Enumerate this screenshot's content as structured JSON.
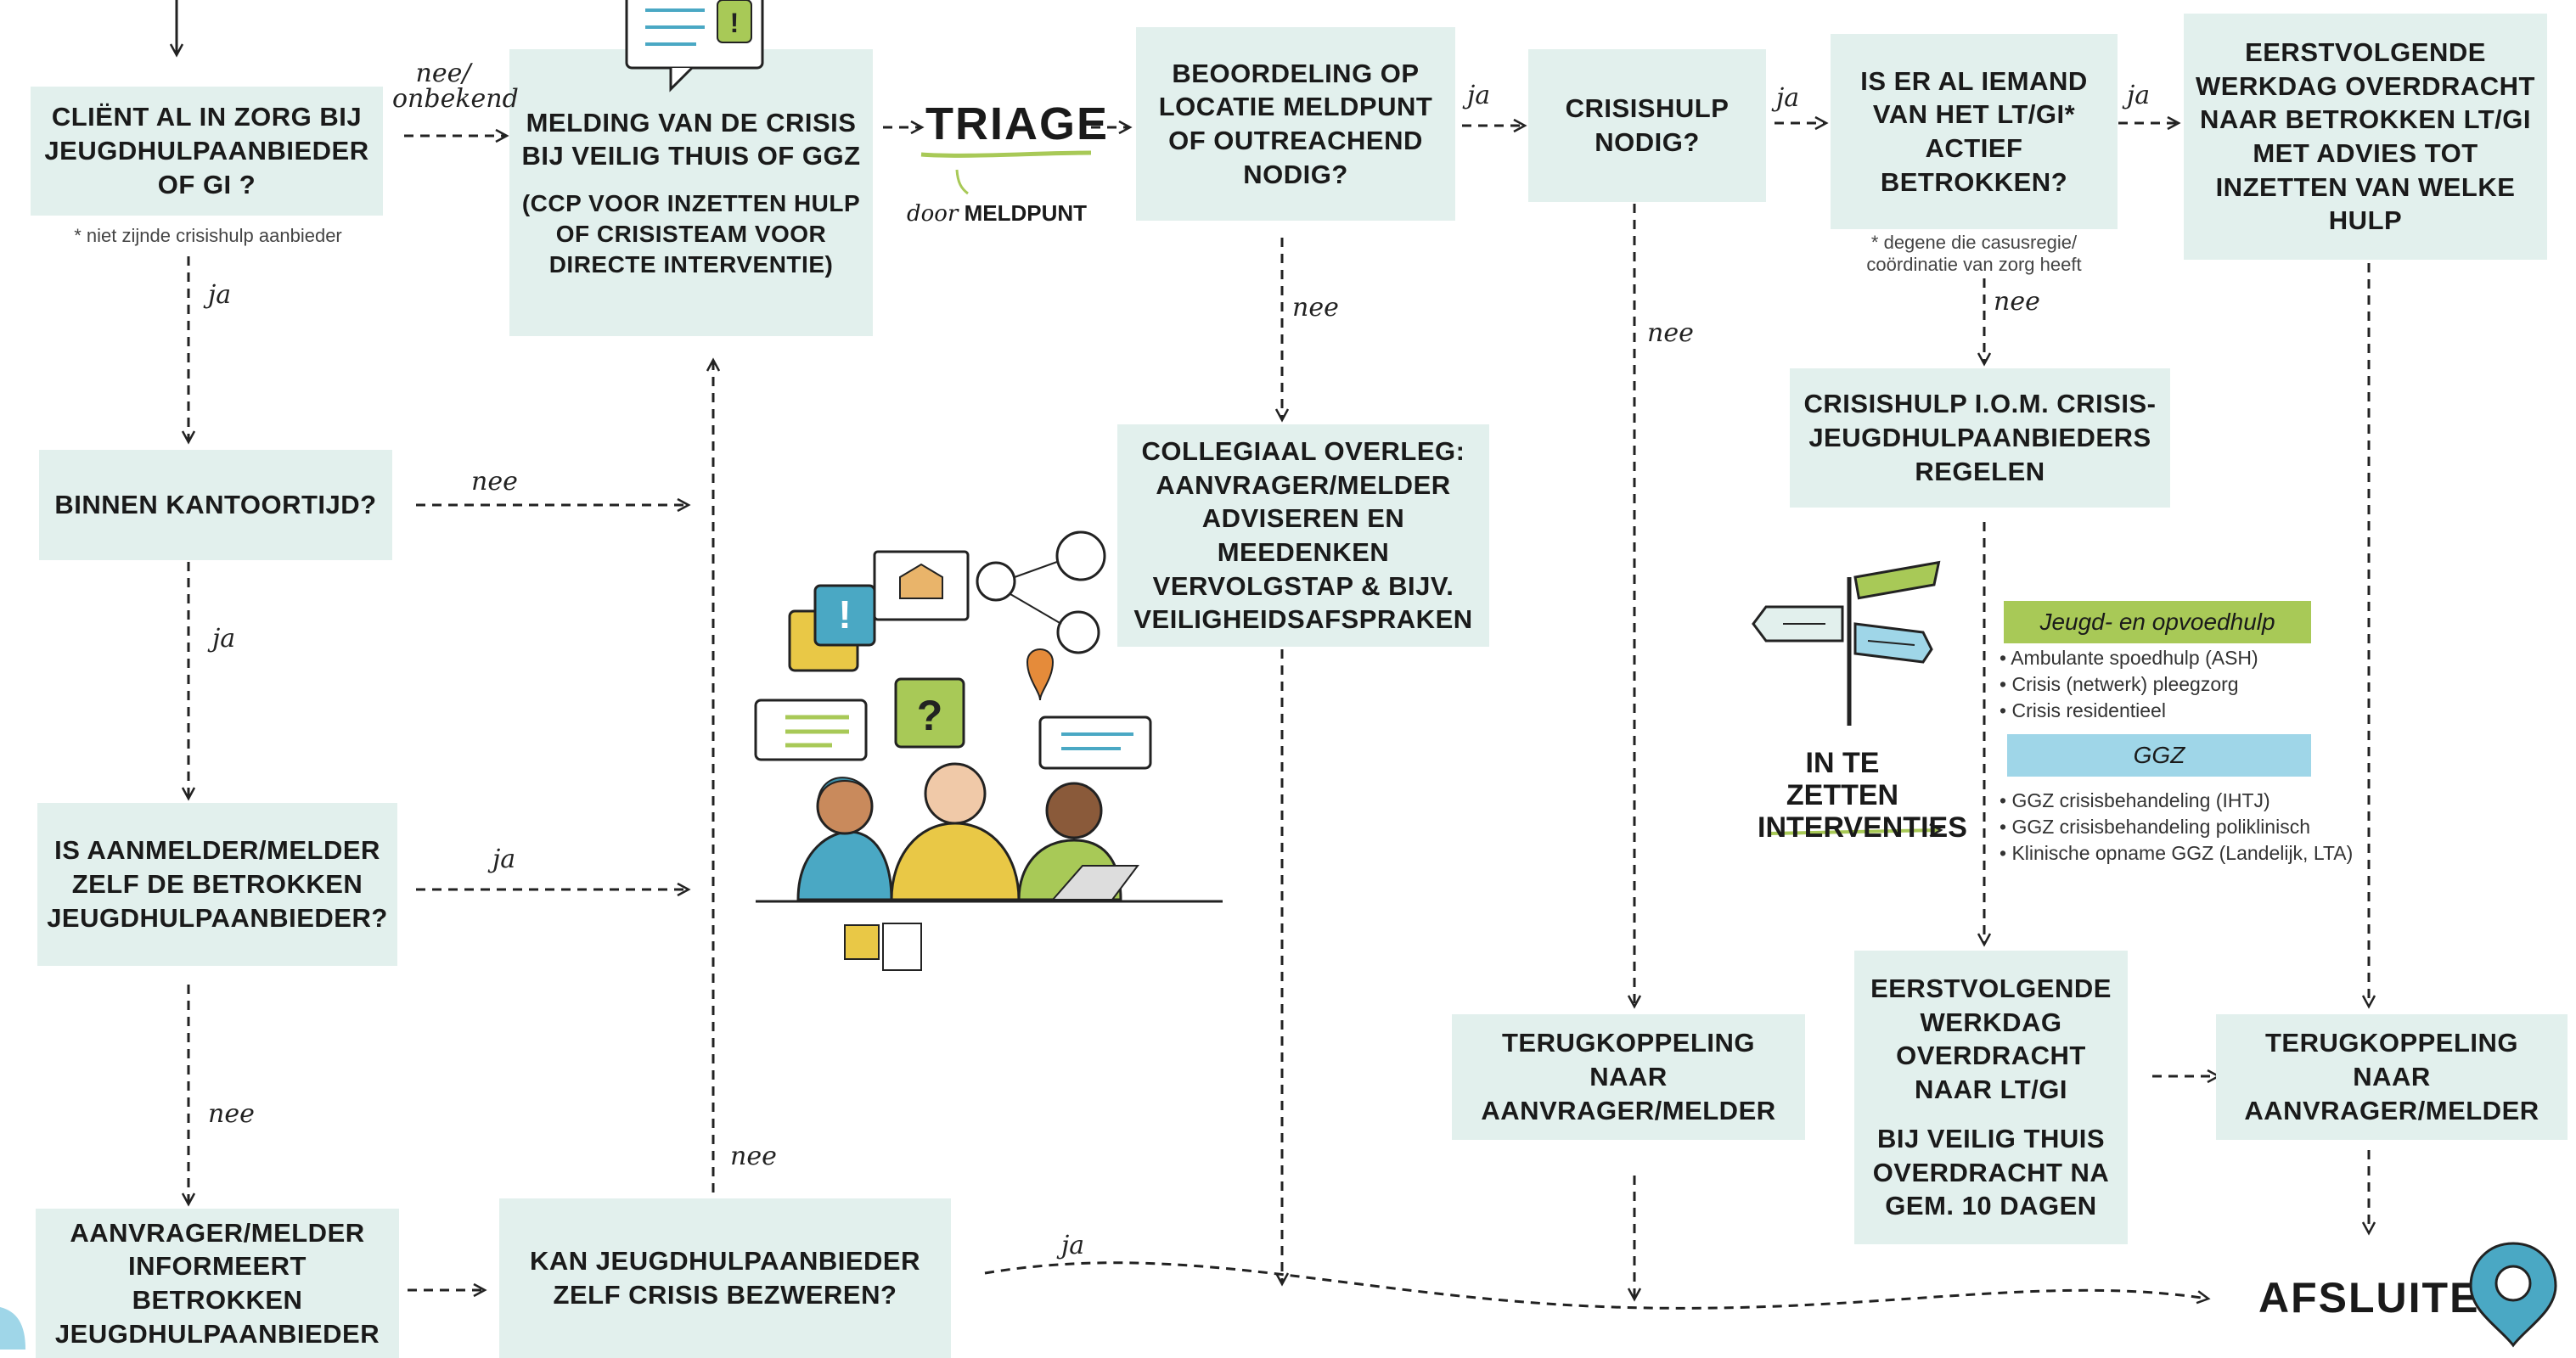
{
  "boxes": {
    "client_in_zorg": "Cliënt al in zorg bij jeugdhulpaanbieder of GI ?",
    "melding": "Melding van de crisis bij Veilig Thuis of GGZ",
    "melding_sub": "(CCP voor inzetten hulp of crisisteam voor directe interventie)",
    "beoordeling": "Beoordeling op locatie meldpunt of outreachend nodig?",
    "crisishulp_nodig": "Crisishulp nodig?",
    "iemand_betrokken": "Is er al iemand van het LT/GI* actief betrokken?",
    "eerstvolgende_advies": "Eerstvolgende werkdag overdracht naar betrokken LT/GI met advies tot inzetten van welke hulp",
    "binnen_kantoortijd": "Binnen kantoortijd?",
    "collegiaal_overleg": "Collegiaal overleg: aanvrager/melder adviseren en meedenken vervolgstap & bijv. veiligheidsafspraken",
    "crisishulp_regelen": "Crisishulp i.o.m. crisis-jeugdhulpaanbieders regelen",
    "is_aanmelder": "Is aanmelder/melder zelf de betrokken jeugdhulpaanbieder?",
    "terugkoppeling_1": "Terugkoppeling naar aanvrager/melder",
    "eerstvolgende_lt": "Eerstvolgende werkdag overdracht naar LT/GI",
    "eerstvolgende_lt_sub": "bij Veilig Thuis overdracht na gem. 10 dagen",
    "terugkoppeling_2": "Terugkoppeling naar aanvrager/melder",
    "aanvrager_informeert": "Aanvrager/melder informeert betrokken jeugdhulpaanbieder",
    "kan_jeugdhulp": "Kan jeugdhulpaanbieder zelf crisis bezweren?"
  },
  "notes": {
    "niet_crisis": "* niet zijnde crisishulp aanbieder",
    "casusregie": "* degene die casusregie/ coördinatie van zorg heeft"
  },
  "labels": {
    "nee_onbekend": "nee/ onbekend",
    "ja_1": "ja",
    "nee_kantoor": "nee",
    "ja_kantoor": "ja",
    "ja_aanmelder": "ja",
    "nee_aanmelder": "nee",
    "nee_kan": "nee",
    "ja_kan": "ja",
    "ja_beoordeling": "ja",
    "nee_beoordeling": "nee",
    "ja_crisishulp": "ja",
    "nee_crisishulp": "nee",
    "ja_iemand": "ja",
    "nee_iemand": "nee"
  },
  "triage": {
    "title": "TRIAGE",
    "sub_prefix": "door",
    "sub": "Meldpunt"
  },
  "legend": {
    "group1_title": "Jeugd- en opvoedhulp",
    "group1_items": [
      "Ambulante spoedhulp (ASH)",
      "Crisis (netwerk) pleegzorg",
      "Crisis residentieel"
    ],
    "group2_title": "GGZ",
    "group2_items": [
      "GGZ crisisbehandeling (IHTJ)",
      "GGZ crisisbehandeling poliklinisch",
      "Klinische opname GGZ (Landelijk, LTA)"
    ]
  },
  "interventions_title": "In te zetten interventies",
  "afsluiten": "AFSLUITEN",
  "colors": {
    "box_bg": "#e2f0ed",
    "green": "#a8c957",
    "blue": "#9fd6e8",
    "pin": "#4aa8c4"
  },
  "icons": [
    "message-icon",
    "signpost-icon",
    "location-pin-icon",
    "discussion-illustration"
  ]
}
